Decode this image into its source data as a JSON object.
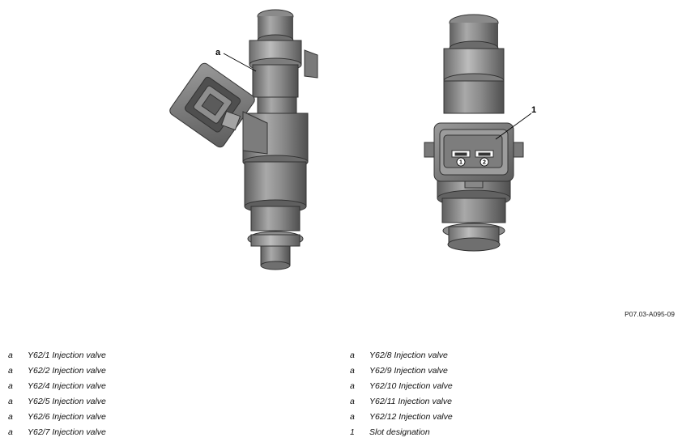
{
  "figure": {
    "figure_id": "P07.03-A095-09",
    "callouts": {
      "left": "a",
      "right": "1"
    },
    "pins": [
      "1",
      "2"
    ]
  },
  "legend": {
    "left": [
      {
        "key": "a",
        "text": "Y62/1 Injection valve"
      },
      {
        "key": "a",
        "text": "Y62/2 Injection valve"
      },
      {
        "key": "a",
        "text": "Y62/4 Injection valve"
      },
      {
        "key": "a",
        "text": "Y62/5 Injection valve"
      },
      {
        "key": "a",
        "text": "Y62/6 Injection valve"
      },
      {
        "key": "a",
        "text": "Y62/7 Injection valve"
      }
    ],
    "right": [
      {
        "key": "a",
        "text": "Y62/8 Injection valve"
      },
      {
        "key": "a",
        "text": "Y62/9 Injection valve"
      },
      {
        "key": "a",
        "text": "Y62/10 Injection valve"
      },
      {
        "key": "a",
        "text": "Y62/11 Injection valve"
      },
      {
        "key": "a",
        "text": "Y62/12 Injection valve"
      },
      {
        "key": "1",
        "text": "Slot designation"
      }
    ]
  }
}
